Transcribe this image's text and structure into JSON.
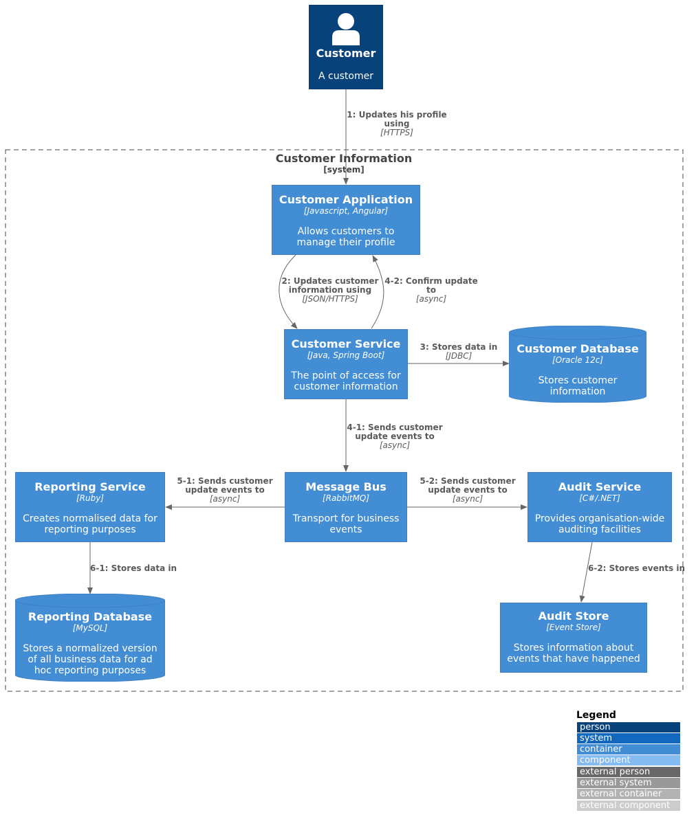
{
  "person": {
    "name": "Customer",
    "description": "A customer"
  },
  "boundary": {
    "title": "Customer Information",
    "type": "[system]"
  },
  "containers": {
    "customer_application": {
      "title": "Customer Application",
      "tech": "[Javascript, Angular]",
      "desc1": "Allows customers to",
      "desc2": "manage their profile"
    },
    "customer_service": {
      "title": "Customer Service",
      "tech": "[Java, Spring Boot]",
      "desc1": "The point of access for",
      "desc2": "customer information"
    },
    "customer_database": {
      "title": "Customer Database",
      "tech": "[Oracle 12c]",
      "desc1": "Stores customer",
      "desc2": "information"
    },
    "reporting_service": {
      "title": "Reporting Service",
      "tech": "[Ruby]",
      "desc1": "Creates normalised data for",
      "desc2": "reporting purposes"
    },
    "message_bus": {
      "title": "Message Bus",
      "tech": "[RabbitMQ]",
      "desc1": "Transport for business",
      "desc2": "events"
    },
    "audit_service": {
      "title": "Audit Service",
      "tech": "[C#/.NET]",
      "desc1": "Provides organisation-wide",
      "desc2": "auditing facilities"
    },
    "reporting_database": {
      "title": "Reporting Database",
      "tech": "[MySQL]",
      "desc1": "Stores a normalized version",
      "desc2": "of all business data for ad",
      "desc3": "hoc reporting purposes"
    },
    "audit_store": {
      "title": "Audit Store",
      "tech": "[Event Store]",
      "desc1": "Stores information about",
      "desc2": "events that have happened"
    }
  },
  "relations": {
    "r1": {
      "l1": "1: Updates his profile",
      "l2": "using",
      "tech": "[HTTPS]"
    },
    "r2": {
      "l1": "2: Updates customer",
      "l2": "information using",
      "tech": "[JSON/HTTPS]"
    },
    "r42": {
      "l1": "4-2: Confirm update",
      "l2": "to",
      "tech": "[async]"
    },
    "r3": {
      "l1": "3: Stores data in",
      "tech": "[JDBC]"
    },
    "r41": {
      "l1": "4-1: Sends customer",
      "l2": "update events to",
      "tech": "[async]"
    },
    "r51": {
      "l1": "5-1: Sends customer",
      "l2": "update events to",
      "tech": "[async]"
    },
    "r52": {
      "l1": "5-2: Sends customer",
      "l2": "update events to",
      "tech": "[async]"
    },
    "r61": {
      "l1": "6-1: Stores data in"
    },
    "r62": {
      "l1": "6-2: Stores events in"
    }
  },
  "legend": {
    "title": "Legend",
    "items": [
      "person",
      "system",
      "container",
      "component",
      "external person",
      "external system",
      "external container",
      "external component"
    ]
  },
  "colors": {
    "person": "#08427b",
    "system": "#1168bd",
    "container": "#438dd5",
    "component": "#85bbf0",
    "external_person": "#686868",
    "external_system": "#999999",
    "external_container": "#b3b3b3",
    "external_component": "#cccccc",
    "arrow": "#666666"
  }
}
